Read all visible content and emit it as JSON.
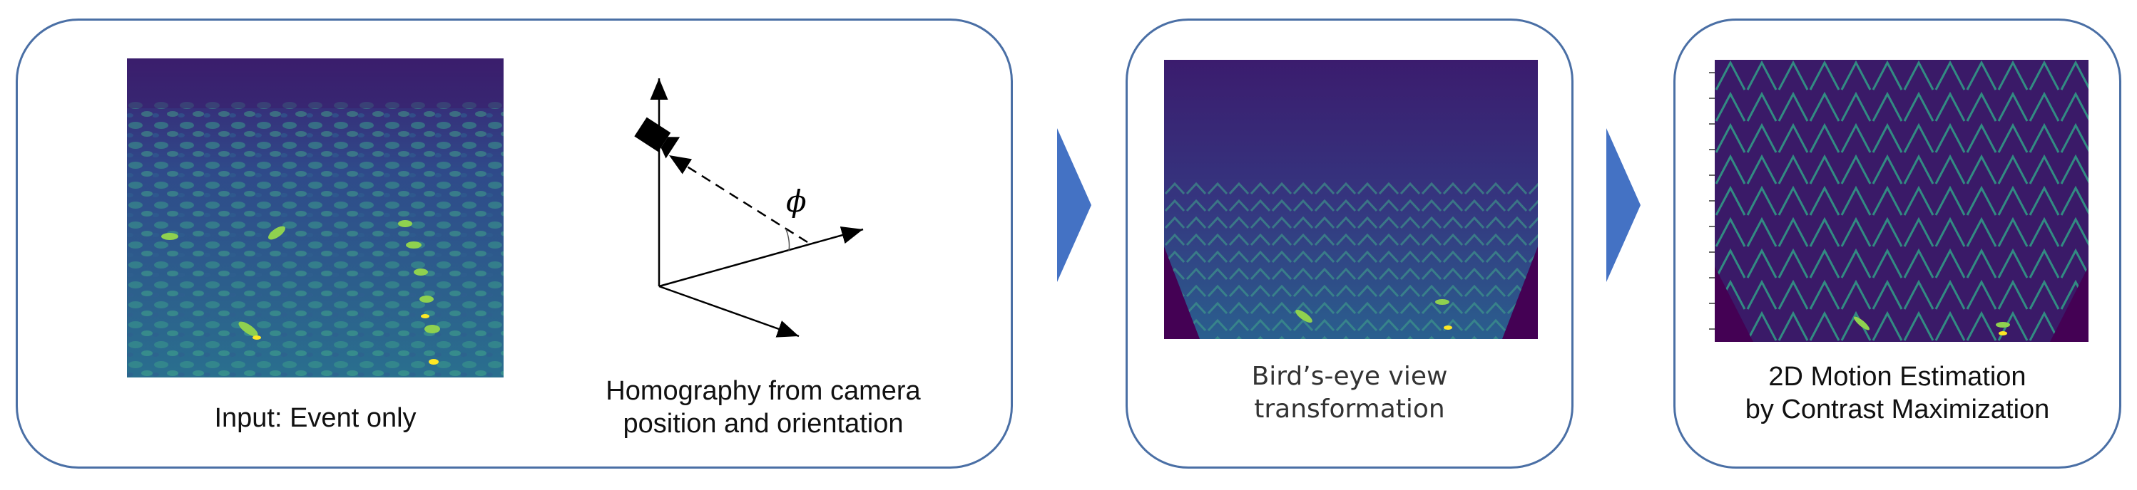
{
  "stages": {
    "input_caption": "Input: Event only",
    "homography_caption_line1": "Homography from camera",
    "homography_caption_line2": "position and orientation",
    "angle_symbol": "ϕ",
    "bev_caption_line1": "Bird’s-eye view",
    "bev_caption_line2": "transformation",
    "cmax_caption_line1": "2D Motion Estimation",
    "cmax_caption_line2": "by Contrast Maximization"
  },
  "colors": {
    "panel_border": "#4a6fa5",
    "arrow_fill": "#4472c4",
    "heatmap_low": "#440154",
    "heatmap_mid": "#2a788e",
    "heatmap_high": "#fde725"
  },
  "icons": {
    "camera": "camera-icon",
    "flow_arrow": "chevron-right-icon"
  }
}
